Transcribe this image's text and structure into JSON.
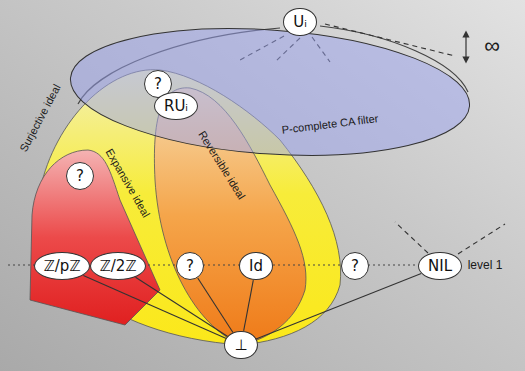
{
  "diagram": {
    "nodes": [
      {
        "text": [
          "Uᵢ"
        ]
      },
      {
        "text": [
          "?"
        ]
      },
      {
        "text": [
          "RUᵢ"
        ]
      },
      {
        "text": [
          "?"
        ]
      },
      {
        "text": [
          "ℤ/pℤ"
        ]
      },
      {
        "text": [
          "ℤ/2ℤ"
        ]
      },
      {
        "text": [
          "?"
        ]
      },
      {
        "text": [
          "Id"
        ]
      },
      {
        "text": [
          "?"
        ]
      },
      {
        "text": [
          "NIL"
        ]
      },
      {
        "text": [
          "⊥"
        ]
      }
    ],
    "edges": [
      {
        "from": 10,
        "to": 4,
        "arrow": "none"
      },
      {
        "from": 10,
        "to": 5,
        "arrow": "none"
      },
      {
        "from": 10,
        "to": 6,
        "arrow": "none"
      },
      {
        "from": 10,
        "to": 7,
        "arrow": "none"
      },
      {
        "from": 10,
        "to": 9,
        "arrow": "none"
      }
    ],
    "labels": [
      "∞",
      "P-complete CA filter",
      "Surjective ideal",
      "Expansive ideal",
      "Reversible ideal",
      "level 1"
    ]
  }
}
